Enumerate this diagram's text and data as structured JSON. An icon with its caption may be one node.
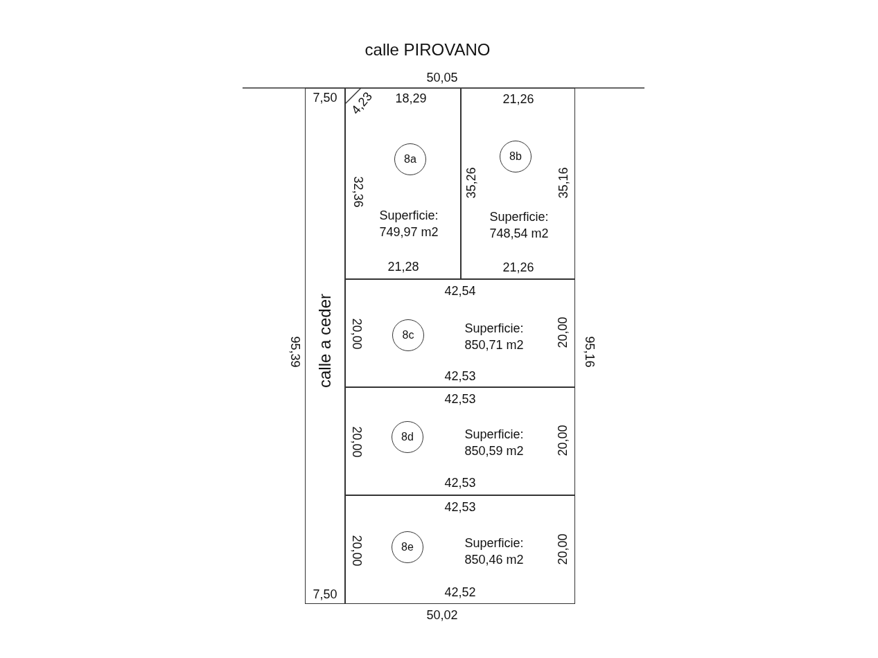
{
  "diagram": {
    "nodes": [
      {
        "text": [
          "calle a ceder"
        ]
      },
      {
        "text": [
          "Superficie: 749,97 m2"
        ]
      },
      {
        "text": [
          "8a"
        ],
        "in": 1
      },
      {
        "text": [
          "Superficie: 748,54 m2"
        ]
      },
      {
        "text": [
          "8b"
        ],
        "in": 3
      },
      {
        "text": [
          "Superficie: 850,71 m2"
        ]
      },
      {
        "text": [
          "8c"
        ],
        "in": 5
      },
      {
        "text": [
          "Superficie: 850,59 m2"
        ]
      },
      {
        "text": [
          "8d"
        ],
        "in": 7
      },
      {
        "text": [
          "Superficie: 850,46 m2"
        ]
      },
      {
        "text": [
          "8e"
        ],
        "in": 9
      }
    ],
    "labels": [
      "calle PIROVANO",
      "50,05",
      "7,50",
      "4,23",
      "18,29",
      "21,26",
      "32,36",
      "35,26",
      "35,16",
      "21,28",
      "21,26",
      "42,54",
      "95,39",
      "20,00",
      "20,00",
      "95,16",
      "42,53",
      "42,53",
      "20,00",
      "20,00",
      "42,53",
      "42,53",
      "20,00",
      "20,00",
      "7,50",
      "42,52",
      "50,02"
    ]
  }
}
